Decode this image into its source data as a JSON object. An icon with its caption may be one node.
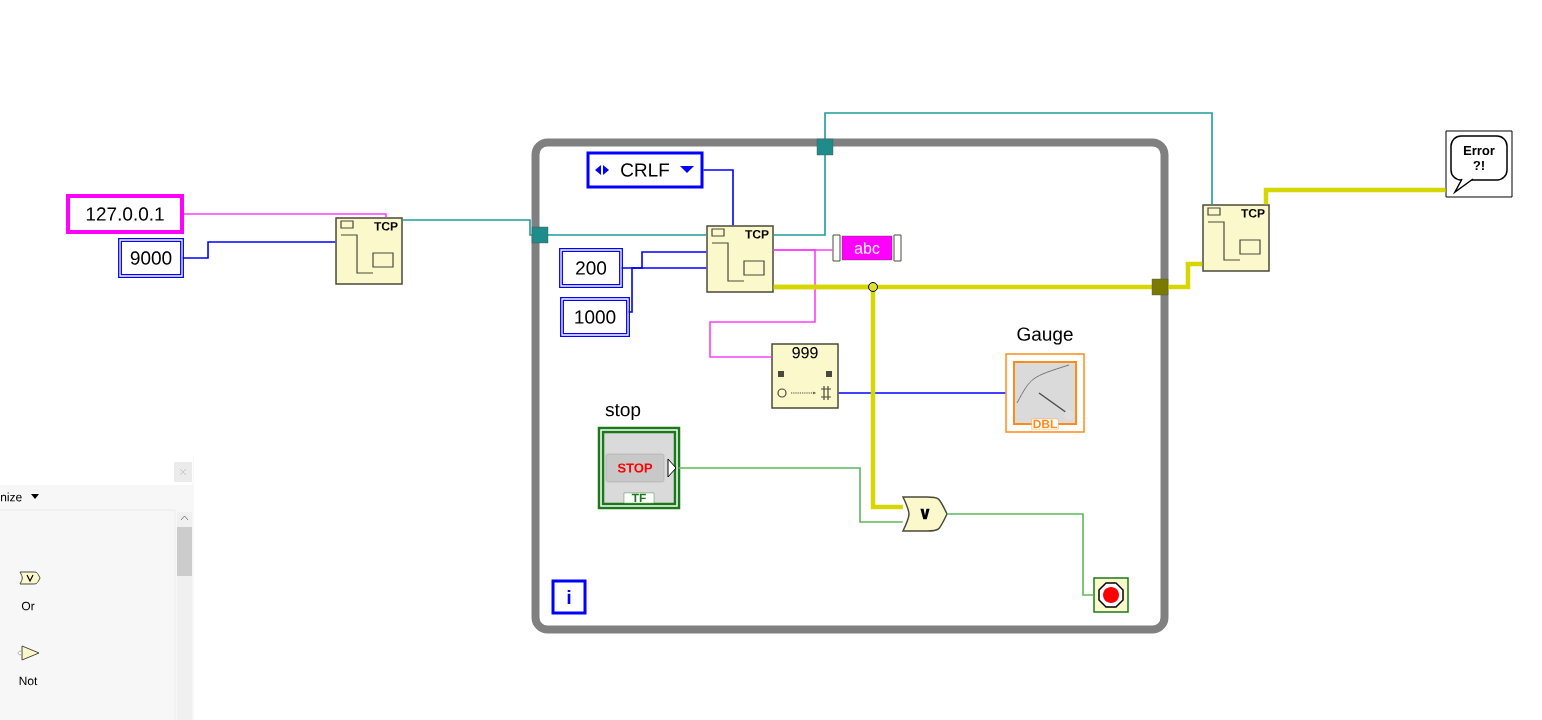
{
  "diagram": {
    "nodes": [
      {
        "text": [
          "127.0.0.1"
        ]
      },
      {
        "text": [
          "9000"
        ]
      },
      {
        "text": [
          "TCP"
        ]
      },
      {
        "text": [],
        "shape": "box"
      },
      {
        "text": [
          "CRLF"
        ],
        "in": 3
      },
      {
        "text": [
          "200"
        ],
        "in": 3
      },
      {
        "text": [
          "1000"
        ],
        "in": 3
      },
      {
        "text": [
          "TCP"
        ],
        "in": 3
      },
      {
        "text": [
          "abc"
        ],
        "in": 3
      },
      {
        "text": [
          "999"
        ],
        "in": 3
      },
      {
        "text": [
          "Gauge",
          "DBL"
        ],
        "in": 3
      },
      {
        "text": [
          "stop",
          "STOP",
          "TF"
        ],
        "in": 3
      },
      {
        "text": [
          "∨"
        ],
        "in": 3
      },
      {
        "text": [],
        "shape": "box",
        "in": 3
      },
      {
        "text": [
          "i"
        ],
        "in": 3
      },
      {
        "text": [
          "TCP"
        ]
      },
      {
        "text": [
          "Error ?!"
        ]
      }
    ],
    "edges": [
      {
        "from": 0,
        "to": 2,
        "arrow": "none",
        "color": "#ff3fff"
      },
      {
        "from": 1,
        "to": 2,
        "arrow": "none",
        "color": "#0000ff"
      },
      {
        "from": 2,
        "to": 7,
        "arrow": "none",
        "color": "#1f9c9c"
      },
      {
        "from": 4,
        "to": 7,
        "arrow": "none",
        "color": "#0000ff"
      },
      {
        "from": 5,
        "to": 7,
        "arrow": "none",
        "color": "#0000ff"
      },
      {
        "from": 6,
        "to": 7,
        "arrow": "none",
        "color": "#0000ff"
      },
      {
        "from": 7,
        "to": 15,
        "arrow": "none",
        "color": "#1f9c9c"
      },
      {
        "from": 7,
        "to": 8,
        "arrow": "none",
        "color": "#ff3fff"
      },
      {
        "from": 7,
        "to": 9,
        "arrow": "none",
        "color": "#ff3fff"
      },
      {
        "from": 9,
        "to": 10,
        "arrow": "none",
        "color": "#0000ff"
      },
      {
        "from": 7,
        "to": 15,
        "arrow": "none",
        "style": "thick",
        "color": "#d6d600"
      },
      {
        "from": 7,
        "to": 12,
        "arrow": "none",
        "style": "thick",
        "color": "#d6d600"
      },
      {
        "from": 15,
        "to": 16,
        "arrow": "none",
        "style": "thick",
        "color": "#d6d600"
      },
      {
        "from": 11,
        "to": 12,
        "arrow": "none",
        "color": "#5cb85c"
      },
      {
        "from": 12,
        "to": 13,
        "arrow": "none",
        "color": "#5cb85c"
      }
    ],
    "labels": [
      "nize",
      "Or",
      "Not"
    ]
  }
}
